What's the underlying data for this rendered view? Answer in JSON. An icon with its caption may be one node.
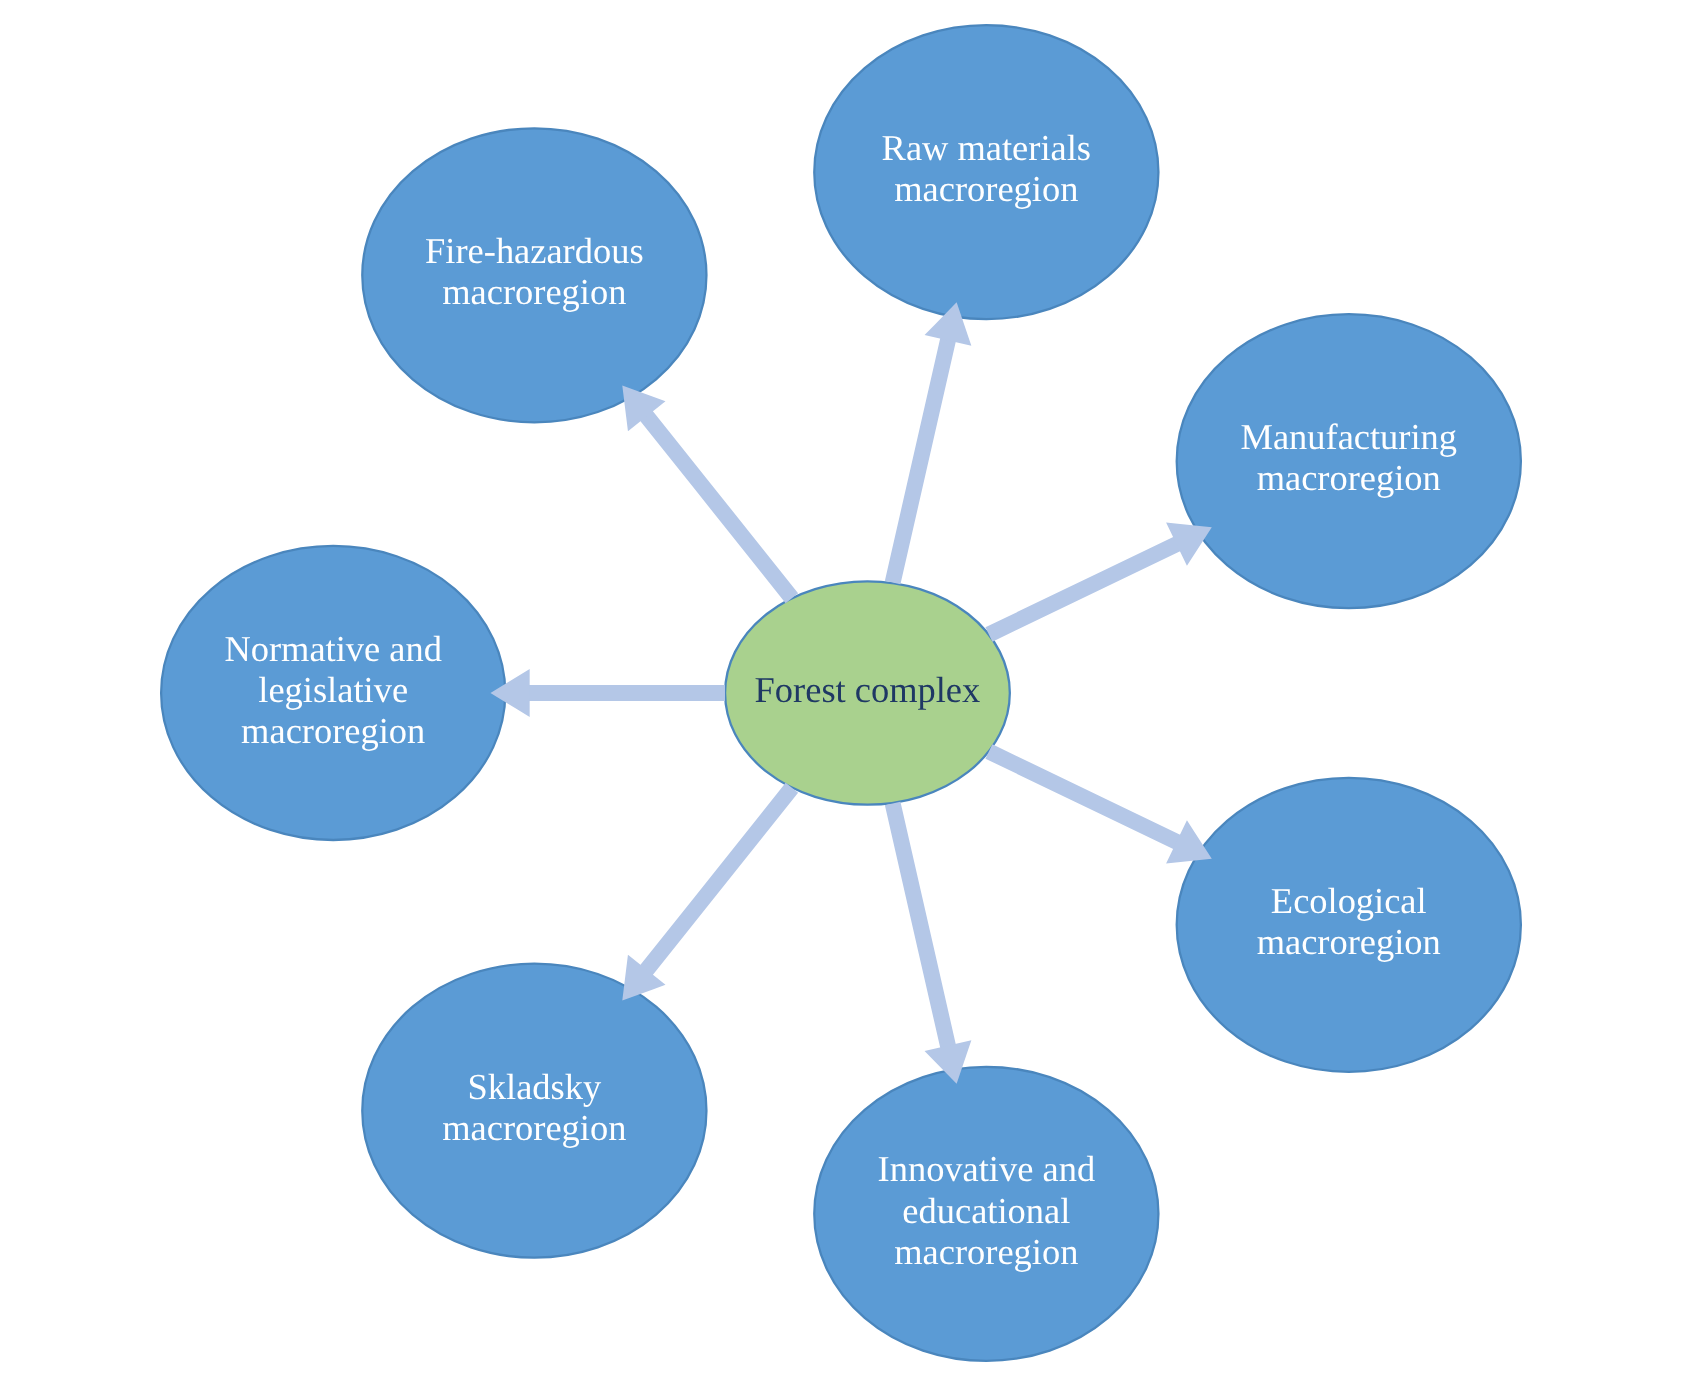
{
  "diagram": {
    "nodes": [
      {
        "text": [
          "Forest complex"
        ]
      },
      {
        "text": [
          "Manufacturing macroregion"
        ]
      },
      {
        "text": [
          "Raw materials macroregion"
        ]
      },
      {
        "text": [
          "Fire-hazardous macroregion"
        ]
      },
      {
        "text": [
          "Normative and legislative macroregion"
        ]
      },
      {
        "text": [
          "Skladsky macroregion"
        ]
      },
      {
        "text": [
          "Innovative and educational macroregion"
        ]
      },
      {
        "text": [
          "Ecological macroregion"
        ]
      }
    ],
    "edges": [
      {
        "from": 0,
        "to": 1,
        "arrow": "to"
      },
      {
        "from": 0,
        "to": 2,
        "arrow": "to"
      },
      {
        "from": 0,
        "to": 3,
        "arrow": "to"
      },
      {
        "from": 0,
        "to": 4,
        "arrow": "to"
      },
      {
        "from": 0,
        "to": 5,
        "arrow": "to"
      },
      {
        "from": 0,
        "to": 6,
        "arrow": "to"
      },
      {
        "from": 0,
        "to": 7,
        "arrow": "to"
      }
    ]
  }
}
